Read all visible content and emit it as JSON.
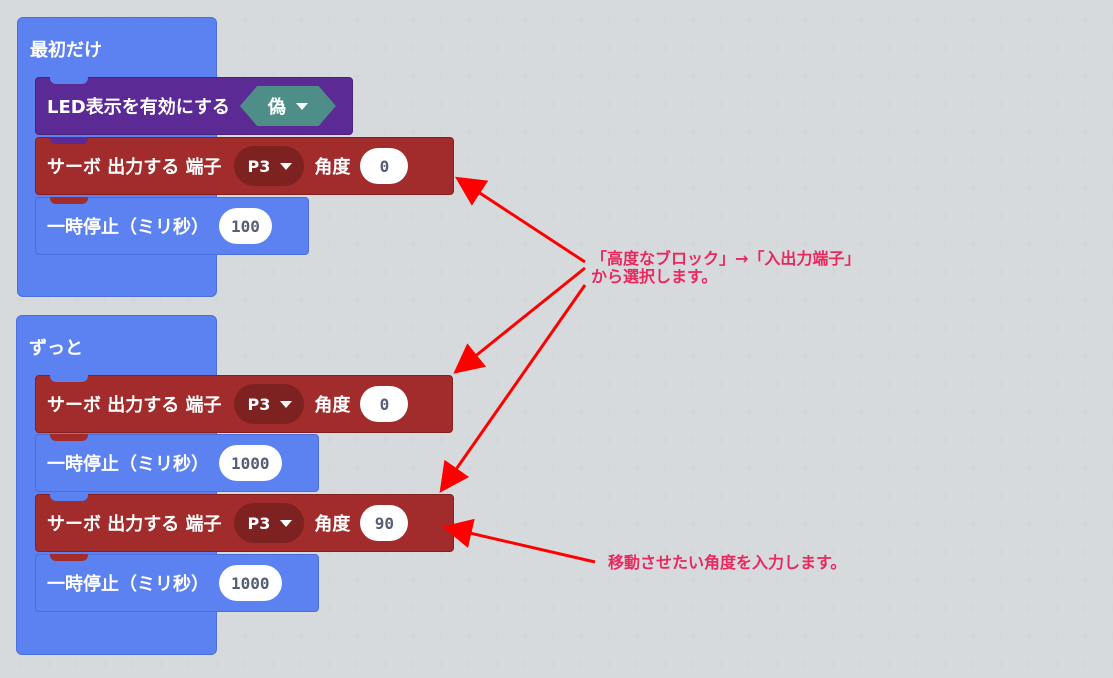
{
  "on_start": {
    "title": "最初だけ",
    "led_block": {
      "label": "LED表示を有効にする",
      "value": "偽"
    },
    "servo": {
      "prefix": "サーボ 出力する 端子",
      "pin": "P3",
      "angle_label": "角度",
      "angle": "0"
    },
    "pause": {
      "label": "一時停止（ミリ秒）",
      "value": "100"
    }
  },
  "forever": {
    "title": "ずっと",
    "servo1": {
      "prefix": "サーボ 出力する 端子",
      "pin": "P3",
      "angle_label": "角度",
      "angle": "0"
    },
    "pause1": {
      "label": "一時停止（ミリ秒）",
      "value": "1000"
    },
    "servo2": {
      "prefix": "サーボ 出力する 端子",
      "pin": "P3",
      "angle_label": "角度",
      "angle": "90"
    },
    "pause2": {
      "label": "一時停止（ミリ秒）",
      "value": "1000"
    }
  },
  "annotations": {
    "note1_line1": "「高度なブロック」→「入出力端子」",
    "note1_line2": "から選択します。",
    "note2": "移動させたい角度を入力します。"
  },
  "colors": {
    "event_blue": "#5c81f0",
    "led_purple": "#5b2a94",
    "pins_red": "#a22b2b",
    "annotation_red": "#e9285e",
    "arrow_red": "#ff0000"
  }
}
